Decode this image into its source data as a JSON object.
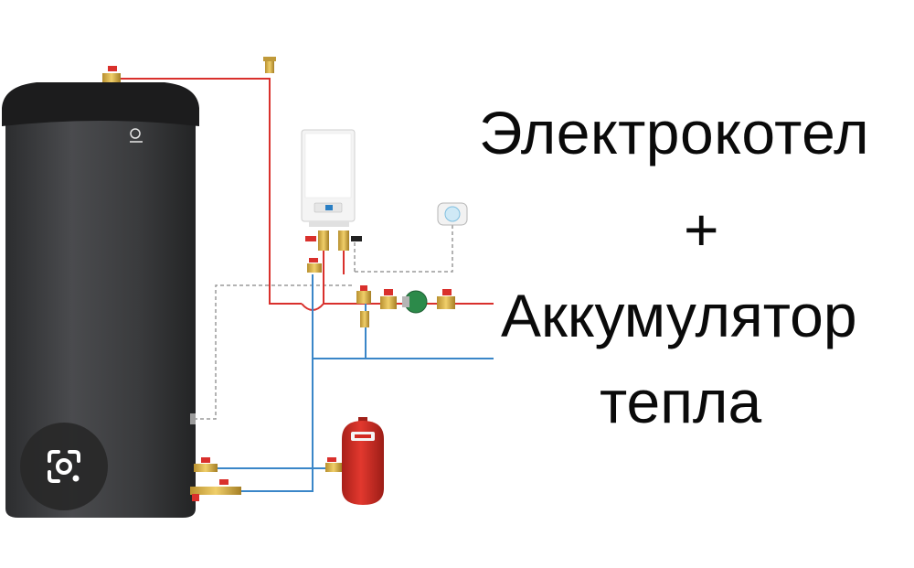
{
  "caption": {
    "line1": "Электрокотел",
    "line2": "+",
    "line3": "Аккумулятор",
    "line4": "тепла"
  },
  "icons": {
    "lens": "google-lens-icon"
  },
  "colors": {
    "supply_pipe": "#d9302c",
    "return_pipe": "#3a86c8",
    "control_wire": "#9a9a9a",
    "tank_body": "#3c3d3f",
    "expansion_vessel": "#d42a22",
    "boiler_body": "#f4f4f4",
    "caption_text": "#0a0a0a"
  }
}
